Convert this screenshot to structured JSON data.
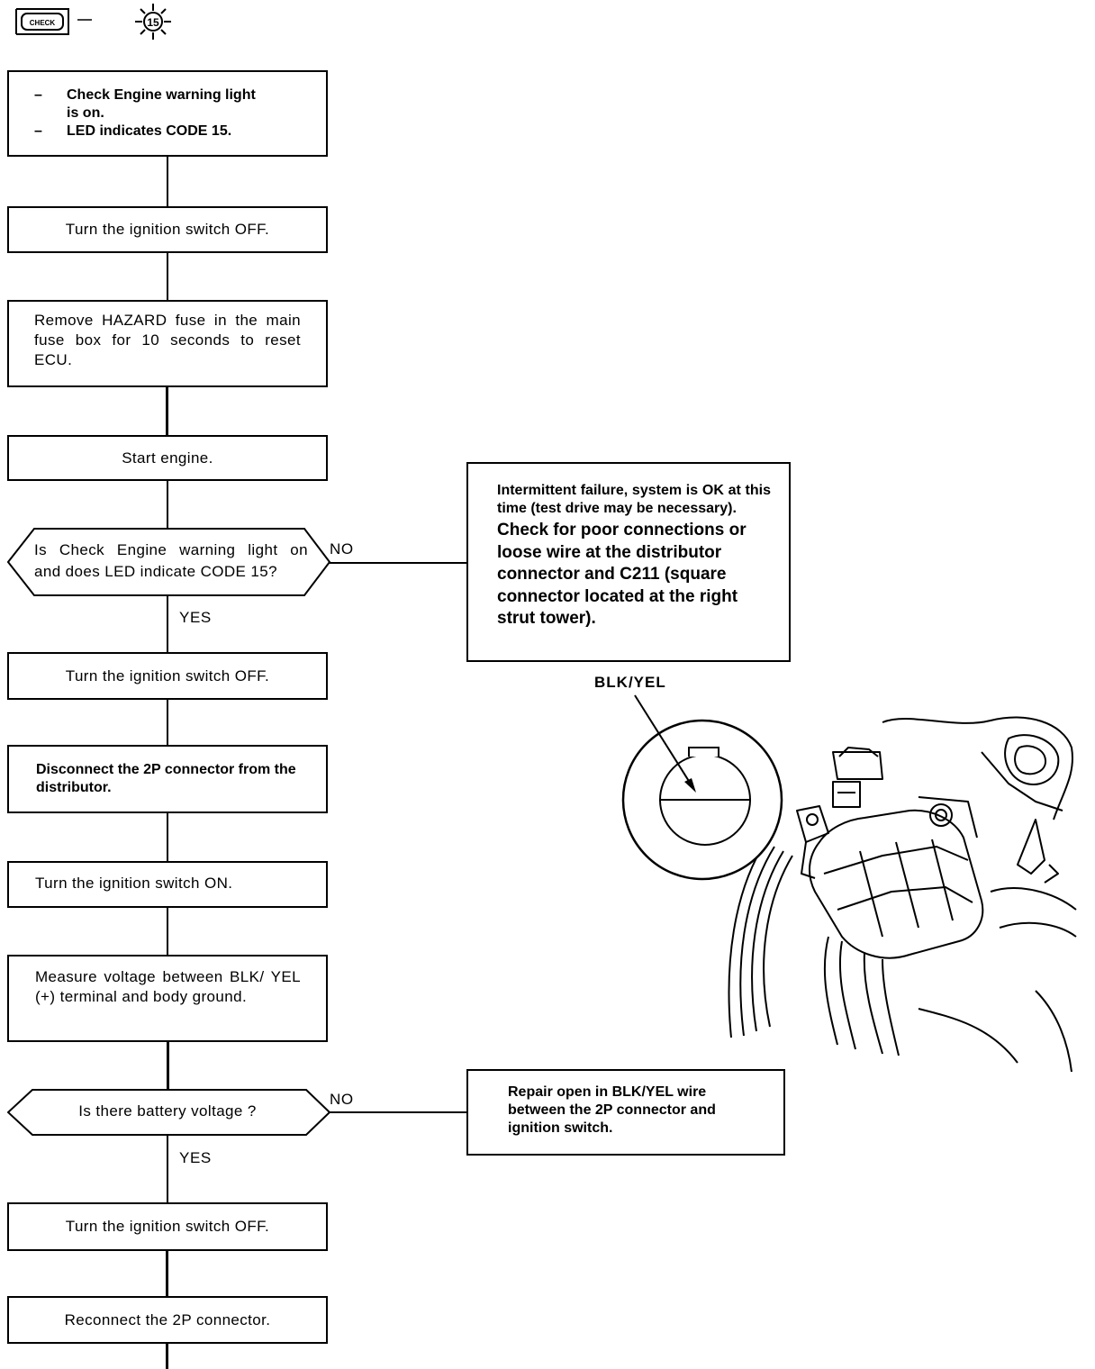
{
  "flowchart": {
    "step1": {
      "lines": [
        "Check Engine warning light",
        "is on.",
        "LED indicates CODE 15."
      ],
      "bullet": "–"
    },
    "step2": "Turn the ignition switch OFF.",
    "step3": "Remove HAZARD fuse in the main fuse box for 10 seconds to reset ECU.",
    "step4": "Start engine.",
    "decision1": {
      "line1": "Is Check Engine warning light on",
      "line2": "and does LED indicate CODE 15?",
      "no": "NO",
      "yes": "YES"
    },
    "result1": {
      "small": "Intermittent failure, system is OK at this time (test drive may be necessary).",
      "large": "Check for poor connections or loose wire at the distributor connector and C211 (square connector located at the right strut tower)."
    },
    "illustration_label": "BLK/YEL",
    "step5": "Turn the ignition switch OFF.",
    "step6": "Disconnect the 2P connector from the distributor.",
    "step7": "Turn the ignition switch ON.",
    "step8": "Measure voltage between BLK/ YEL (+) terminal and body ground.",
    "decision2": {
      "text": "Is there battery voltage ?",
      "no": "NO",
      "yes": "YES"
    },
    "result2": "Repair open in BLK/YEL wire between the 2P connector and ignition switch.",
    "step9": "Turn the ignition switch OFF.",
    "step10": "Reconnect the 2P connector."
  },
  "header": {
    "check_icon_text": "CHECK",
    "code_icon_text": "15"
  }
}
